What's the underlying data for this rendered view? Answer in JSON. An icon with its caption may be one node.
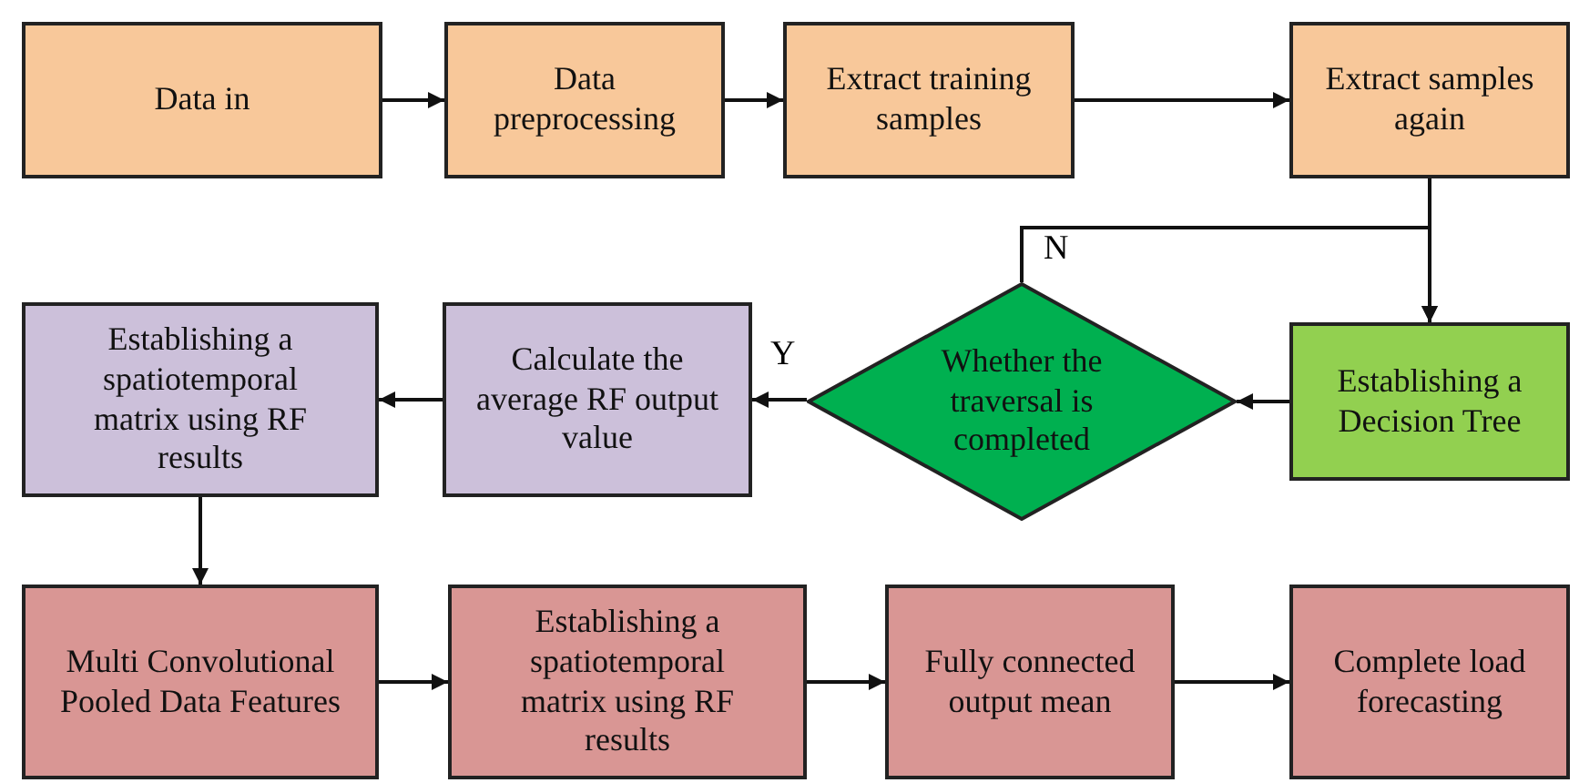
{
  "diagram": {
    "nodes": [
      {
        "text": [
          "Data in"
        ]
      },
      {
        "text": [
          "Data preprocessing"
        ]
      },
      {
        "text": [
          "Extract training samples"
        ]
      },
      {
        "text": [
          "Extract samples again"
        ]
      },
      {
        "text": [
          "Establishing a spatiotemporal matrix using RF results"
        ]
      },
      {
        "text": [
          "Calculate the average RF output value"
        ]
      },
      {
        "text": [
          "Whether the traversal is completed"
        ]
      },
      {
        "text": [
          "Establishing a Decision Tree"
        ]
      },
      {
        "text": [
          "Multi Convolutional Pooled Data Features"
        ]
      },
      {
        "text": [
          "Establishing a spatiotemporal matrix using RF results"
        ]
      },
      {
        "text": [
          "Fully connected output mean"
        ]
      },
      {
        "text": [
          "Complete load forecasting"
        ]
      }
    ],
    "edges": [
      {
        "from": 0,
        "to": 1,
        "arrow": "to"
      },
      {
        "from": 1,
        "to": 2,
        "arrow": "to"
      },
      {
        "from": 2,
        "to": 3,
        "arrow": "to"
      },
      {
        "from": 3,
        "to": 7,
        "arrow": "to"
      },
      {
        "from": 7,
        "to": 6,
        "arrow": "to"
      },
      {
        "from": 6,
        "to": 5,
        "arrow": "to",
        "label": "Y"
      },
      {
        "from": 5,
        "to": 4,
        "arrow": "to"
      },
      {
        "from": 4,
        "to": 8,
        "arrow": "to"
      },
      {
        "from": 8,
        "to": 9,
        "arrow": "to"
      },
      {
        "from": 9,
        "to": 10,
        "arrow": "to"
      },
      {
        "from": 10,
        "to": 11,
        "arrow": "to"
      },
      {
        "from": 6,
        "to": 7,
        "arrow": "to",
        "label": "N"
      }
    ]
  }
}
